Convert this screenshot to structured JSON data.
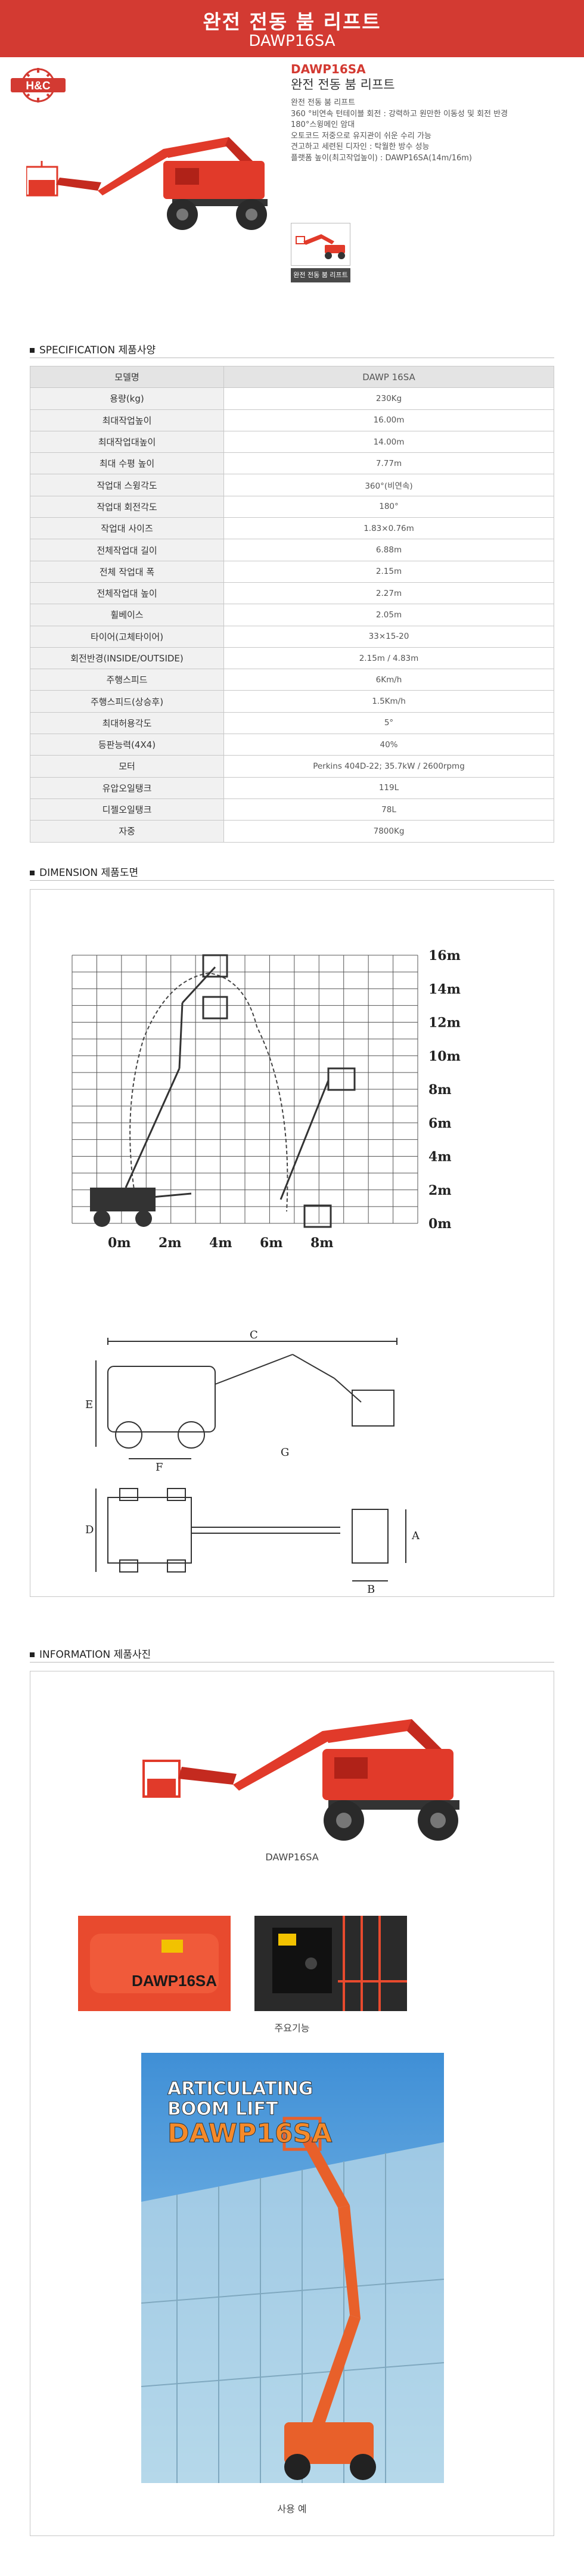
{
  "header": {
    "title": "완전 전동 붐 리프트",
    "model": "DAWP16SA"
  },
  "logo": {
    "text": "H&C"
  },
  "product": {
    "model": "DAWP16SA",
    "description": "완전 전동 붐 리프트",
    "features": [
      "완전 전동 붐 리프트",
      "360 °비연속 턴테이블 회전 : 강력하고 원만한 이동성 및 회전 반경",
      "180°스윙메인 암대",
      "오토코드 저중으로 유지관이 쉬운 수리 가능",
      "견고하고 세련된 디자인 : 탁월한 방수 성능",
      "플랫폼 높이(최고작업높이) : DAWP16SA(14m/16m)"
    ],
    "thumb_caption": "완전 전동 붐 리프트"
  },
  "sections": {
    "spec": "SPECIFICATION 제품사양",
    "dimension": "DIMENSION 제품도면",
    "information": "INFORMATION 제품사진"
  },
  "spec_table": {
    "header": {
      "label": "모델명",
      "value": "DAWP 16SA"
    },
    "rows": [
      {
        "label": "용량(kg)",
        "value": "230Kg"
      },
      {
        "label": "최대작업높이",
        "value": "16.00m"
      },
      {
        "label": "최대작업대높이",
        "value": "14.00m"
      },
      {
        "label": "최대 수평 높이",
        "value": "7.77m"
      },
      {
        "label": "작업대 스윙각도",
        "value": "360°(비연속)"
      },
      {
        "label": "작업대 회전각도",
        "value": "180°"
      },
      {
        "label": "작업대 사이즈",
        "value": "1.83×0.76m"
      },
      {
        "label": "전체작업대 길이",
        "value": "6.88m"
      },
      {
        "label": "전체 작업대 폭",
        "value": "2.15m"
      },
      {
        "label": "전체작업대 높이",
        "value": "2.27m"
      },
      {
        "label": "휠베이스",
        "value": "2.05m"
      },
      {
        "label": "타이어(고체타이어)",
        "value": "33×15-20"
      },
      {
        "label": "회전반경(INSIDE/OUTSIDE)",
        "value": "2.15m / 4.83m"
      },
      {
        "label": "주행스피드",
        "value": "6Km/h"
      },
      {
        "label": "주행스피드(상승후)",
        "value": "1.5Km/h"
      },
      {
        "label": "최대허용각도",
        "value": "5°"
      },
      {
        "label": "등판능력(4X4)",
        "value": "40%"
      },
      {
        "label": "모터",
        "value": "Perkins 404D-22; 35.7kW / 2600rpmg"
      },
      {
        "label": "유압오일탱크",
        "value": "119L"
      },
      {
        "label": "디젤오일탱크",
        "value": "78L"
      },
      {
        "label": "자중",
        "value": "7800Kg"
      }
    ]
  },
  "dimension": {
    "height_labels": [
      "16m",
      "14m",
      "12m",
      "10m",
      "8m",
      "6m",
      "4m",
      "2m",
      "0m"
    ],
    "reach_labels": [
      "0m",
      "2m",
      "4m",
      "6m",
      "8m"
    ],
    "letters": {
      "a": "A",
      "b": "B",
      "c": "C",
      "d": "D",
      "e": "E",
      "f": "F",
      "g": "G"
    }
  },
  "info": {
    "caption1": "DAWP16SA",
    "caption2": "주요기능",
    "caption3": "사용 예",
    "plate_text": "DAWP16SA",
    "poster_line1": "ARTICULATING",
    "poster_line2": "BOOM LIFT",
    "poster_line3": "DAWP16SA"
  },
  "colors": {
    "brand_red": "#d33a32",
    "machine_red": "#e13a2a",
    "table_label_bg": "#f1f1f1"
  }
}
